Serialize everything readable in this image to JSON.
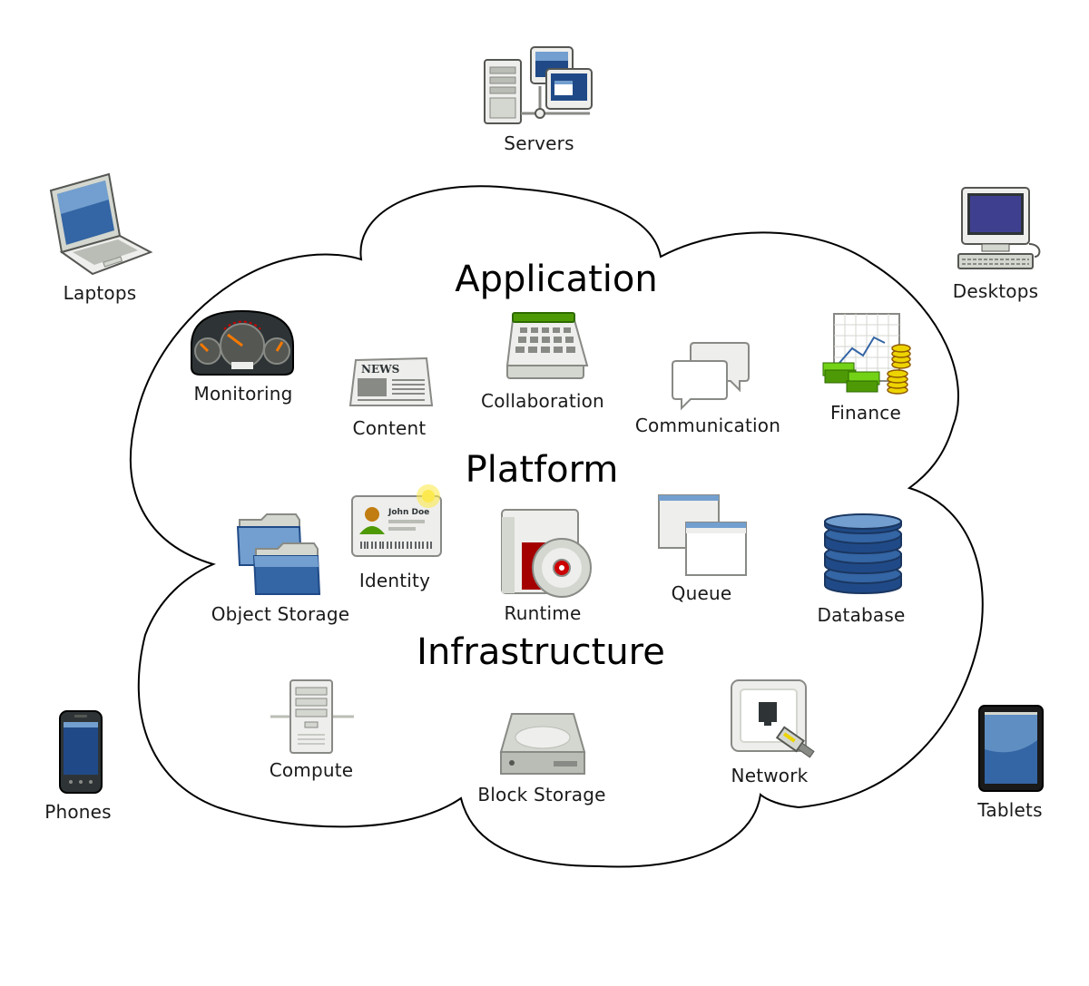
{
  "layers": {
    "application": "Application",
    "platform": "Platform",
    "infrastructure": "Infrastructure"
  },
  "devices": {
    "servers": "Servers",
    "laptops": "Laptops",
    "desktops": "Desktops",
    "phones": "Phones",
    "tablets": "Tablets"
  },
  "application": {
    "monitoring": "Monitoring",
    "content": "Content",
    "collaboration": "Collaboration",
    "communication": "Communication",
    "finance": "Finance",
    "news_text": "NEWS"
  },
  "platform": {
    "object_storage": "Object Storage",
    "identity": "Identity",
    "runtime": "Runtime",
    "queue": "Queue",
    "database": "Database",
    "id_name": "John Doe"
  },
  "infrastructure": {
    "compute": "Compute",
    "block_storage": "Block Storage",
    "network": "Network"
  },
  "colors": {
    "outline": "#000000",
    "blue": "#3465a4",
    "green": "#4e9a06",
    "gold": "#c4a000",
    "grey": "#babdb6",
    "red": "#a40000"
  }
}
